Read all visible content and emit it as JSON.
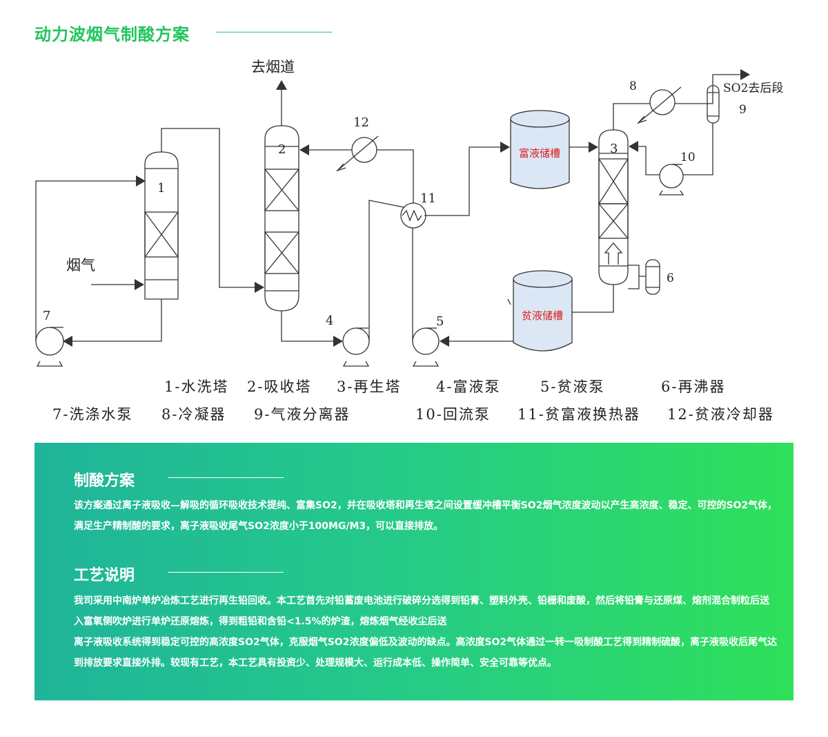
{
  "page": {
    "title": "动力波烟气制酸方案"
  },
  "diagram": {
    "to_flue": "去烟道",
    "flue_gas": "烟气",
    "so2_out": "SO2去后段",
    "rich_tank": "富液储槽",
    "lean_tank": "贫液储槽",
    "numbers": {
      "n1": "1",
      "n2": "2",
      "n3": "3",
      "n4": "4",
      "n5": "5",
      "n6": "6",
      "n7": "7",
      "n8": "8",
      "n9": "9",
      "n10": "10",
      "n11": "11",
      "n12": "12"
    }
  },
  "legend": {
    "row1": [
      "1-水洗塔",
      "2-吸收塔",
      "3-再生塔",
      "4-富液泵",
      "5-贫液泵",
      "6-再沸器"
    ],
    "row2": [
      "7-洗涤水泵",
      "8-冷凝器",
      "9-气液分离器",
      "10-回流泵",
      "11-贫富液换热器",
      "12-贫液冷却器"
    ]
  },
  "sections": [
    {
      "title": "制酸方案",
      "paragraphs": [
        "该方案通过离子液吸收—解吸的循环吸收技术提纯、富集SO2，并在吸收塔和再生塔之间设置缓冲槽平衡SO2烟气浓度波动以产生高浓度、稳定、可控的SO2气体，满足生产精制酸的要求，离子液吸收尾气SO2浓度小于100MG/M3，可以直接排放。"
      ]
    },
    {
      "title": "工艺说明",
      "paragraphs": [
        "我司采用中南炉单炉冶炼工艺进行再生铅回收。本工艺首先对铅蓄废电池进行破碎分选得到铅膏、塑料外壳、铅栅和废酸，然后将铅膏与还原煤、熔剂混合制粒后送入富氧侧吹炉进行单炉还原熔炼，得到粗铅和含铅<1.5%的炉渣，熔炼烟气经收尘后送",
        "离子液吸收系统得到稳定可控的高浓度SO2气体，克服烟气SO2浓度偏低及波动的缺点。高浓度SO2气体通过一转一吸制酸工艺得到精制硫酸，离子液吸收后尾气达到排放要求直接外排。较现有工艺，本工艺具有投资少、处理规模大、运行成本低、操作简单、安全可靠等优点。"
      ]
    }
  ]
}
